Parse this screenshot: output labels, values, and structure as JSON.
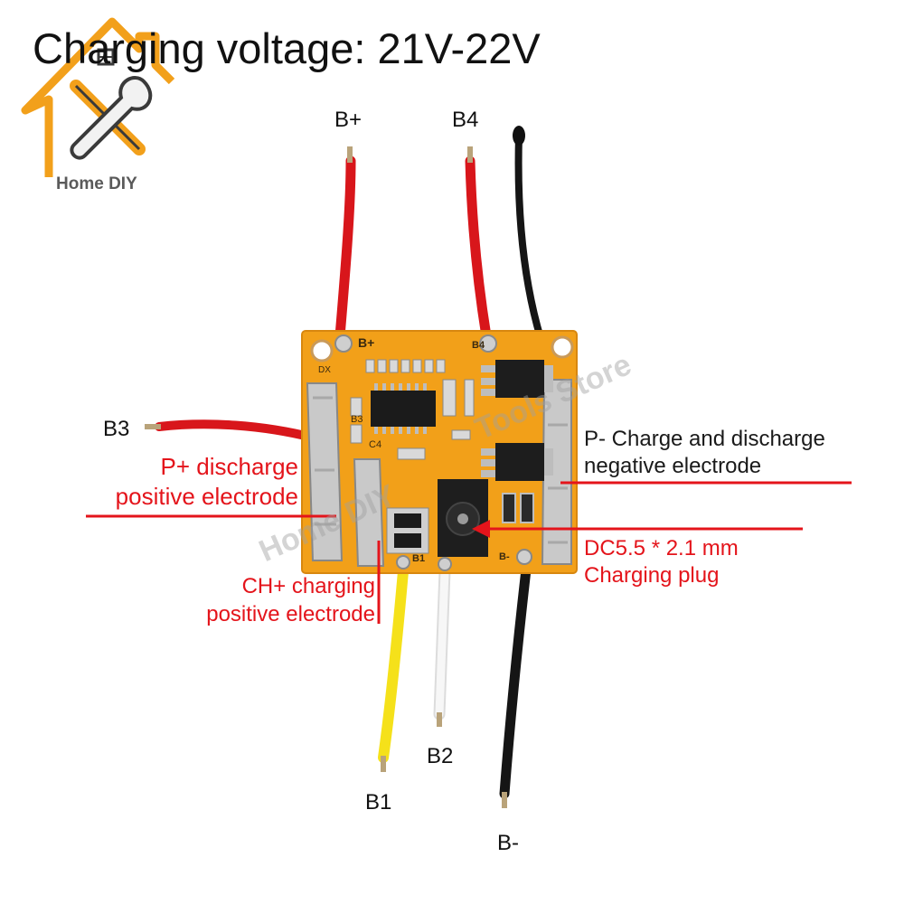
{
  "title": "Charging voltage: 21V-22V",
  "logo": {
    "text": "Home DIY",
    "icon": "house-tools-icon"
  },
  "watermark": {
    "text1": "Home DIY",
    "text2": "Tools Store"
  },
  "wires": {
    "b_plus": "B+",
    "b4": "B4",
    "b3": "B3",
    "b1": "B1",
    "b2": "B2",
    "b_minus": "B-"
  },
  "annotations": {
    "p_plus_line1": "P+ discharge",
    "p_plus_line2": "positive electrode",
    "ch_plus_line1": "CH+ charging",
    "ch_plus_line2": "positive electrode",
    "p_minus_line1": "P- Charge and discharge",
    "p_minus_line2": "negative electrode",
    "dc_line1": "DC5.5 * 2.1 mm",
    "dc_line2": "Charging plug"
  },
  "board": {
    "silkscreen_bplus": "B+",
    "silkscreen_b4": "B4",
    "silkscreen_b3": "B3",
    "silkscreen_b1": "B1",
    "silkscreen_bminus": "B-",
    "silkscreen_dx": "DX",
    "silkscreen_c4": "C4"
  },
  "colors": {
    "annotation_red": "#e4141b",
    "board_orange": "#f2a019",
    "wire_red": "#e4141b",
    "wire_black": "#111111",
    "wire_yellow": "#f5e11a",
    "wire_white": "#f4f4f4"
  }
}
